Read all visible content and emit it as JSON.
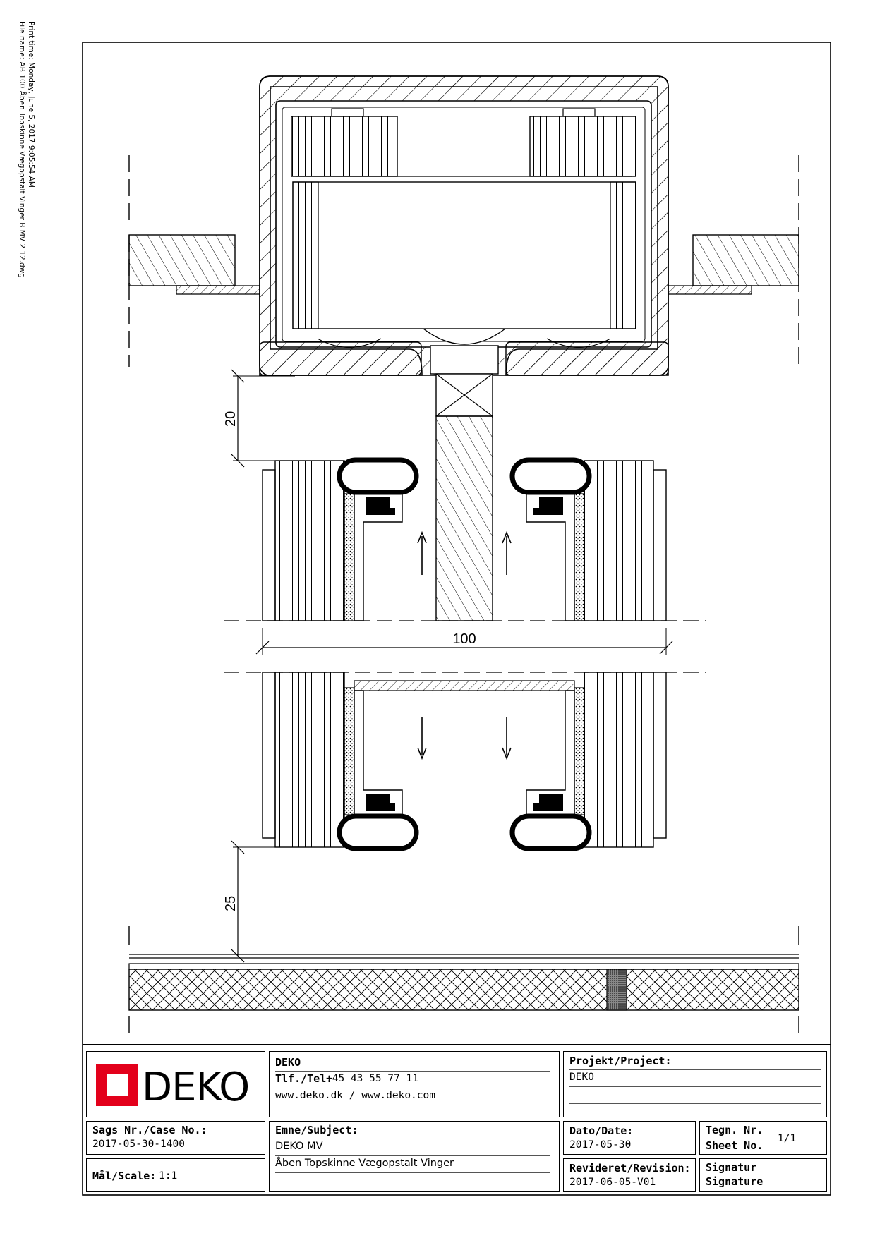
{
  "meta": {
    "print_time": "Print time: Monday, June 5, 2017 9:05:54 AM",
    "file_name": "File name: AB 100 Åben Topskinne Vægopstalt Vinger B MV 2 12.dwg"
  },
  "drawing": {
    "dim_top": "20",
    "dim_width": "100",
    "dim_bottom": "25"
  },
  "colors": {
    "logo_red": "#e3001b",
    "line": "#000000"
  },
  "title_block": {
    "logo": "DEKO",
    "company": {
      "name": "DEKO",
      "tel_label": "Tlf./Tel:",
      "tel": "+45 43 55 77 11",
      "web": "www.deko.dk / www.deko.com"
    },
    "project": {
      "label": "Projekt/Project:",
      "value": "DEKO"
    },
    "case": {
      "label": "Sags Nr./Case No.:",
      "value": "2017-05-30-1400"
    },
    "scale": {
      "label": "Mål/Scale:",
      "value": "1:1"
    },
    "subject": {
      "label": "Emne/Subject:",
      "line1": "DEKO MV",
      "line2": "Åben Topskinne Vægopstalt Vinger"
    },
    "date": {
      "label": "Dato/Date:",
      "value": "2017-05-30"
    },
    "sheet": {
      "label1": "Tegn. Nr.",
      "label2": "Sheet No.",
      "value": "1/1"
    },
    "revision": {
      "label": "Revideret/Revision:",
      "value": "2017-06-05-V01"
    },
    "signature": {
      "label1": "Signatur",
      "label2": "Signature"
    }
  }
}
